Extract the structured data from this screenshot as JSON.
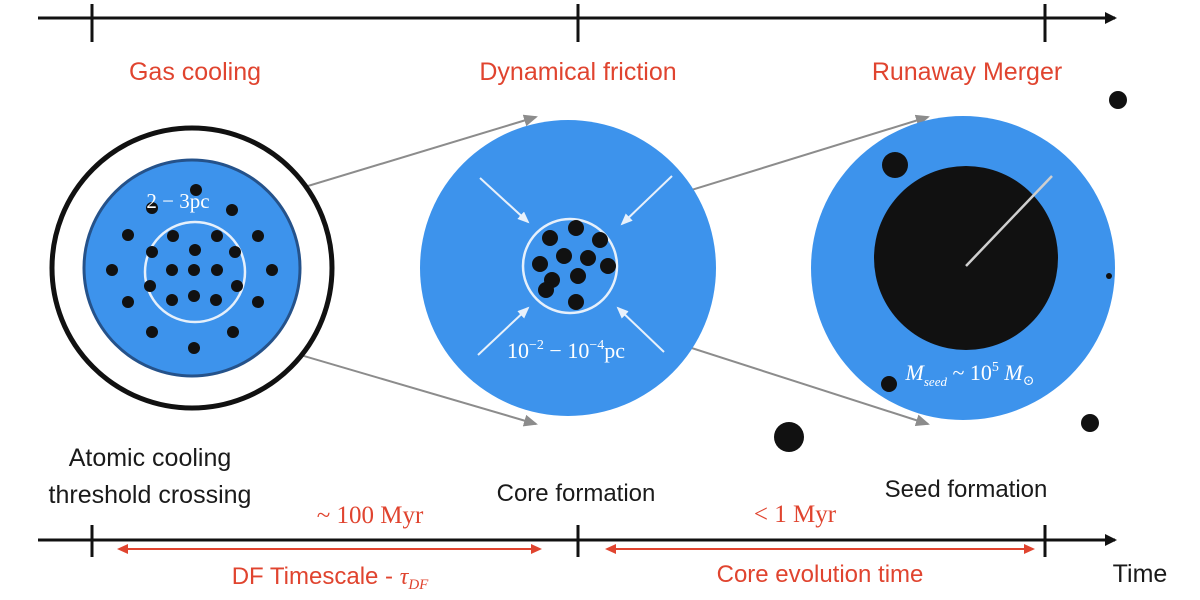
{
  "stages": {
    "gas_cooling": "Gas cooling",
    "dynamical_friction": "Dynamical friction",
    "runaway_merger": "Runaway Merger"
  },
  "events": {
    "threshold_line1": "Atomic cooling",
    "threshold_line2": "threshold crossing",
    "core_formation": "Core formation",
    "seed_formation": "Seed formation"
  },
  "labels": {
    "cloud_size": "2 − 3pc",
    "core_size_base1": "10",
    "core_size_exp1": "−2",
    "core_size_mid": " − ",
    "core_size_base2": "10",
    "core_size_exp2": "−4",
    "core_size_unit": "pc",
    "seed_mass_symbol": "M",
    "seed_mass_sub": "seed",
    "seed_mass_mid": " ~ 10",
    "seed_mass_exp": "5",
    "seed_mass_unit": " M",
    "seed_mass_sun": "⊙"
  },
  "durations": {
    "df_duration": "~ 100 Myr",
    "core_duration": "< 1 Myr"
  },
  "timescales": {
    "df_timescale_text": "DF Timescale - ",
    "df_timescale_symbol": "τ",
    "df_timescale_sub": "DF",
    "core_evolution": "Core evolution time"
  },
  "axis": {
    "time_label": "Time"
  },
  "colors": {
    "cloud_blue": "#3d93ec",
    "accent_red": "#e0442f",
    "black": "#111111",
    "connector_gray": "#8c8c8c"
  }
}
